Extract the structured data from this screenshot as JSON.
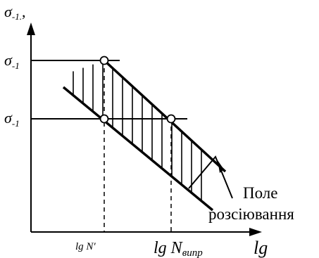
{
  "y_axis": {
    "label_main": "σ",
    "label_sub": "-1.",
    "label_tail": ","
  },
  "levels": {
    "upper": {
      "main": "σ",
      "sub": "-1"
    },
    "lower": {
      "main": "σ",
      "sub": "-1"
    }
  },
  "x_axis": {
    "label": "lg"
  },
  "ticks": {
    "n_prime": "lg N′",
    "n_main": "lg N",
    "n_sub": "випр"
  },
  "annotation": {
    "line1": "Поле",
    "line2": "розсіювання"
  }
}
